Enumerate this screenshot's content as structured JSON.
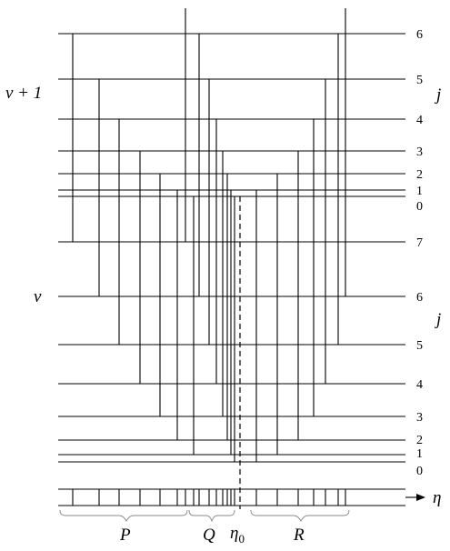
{
  "upper_state": {
    "label": "v + 1",
    "axis_label": "j",
    "levels": [
      "6",
      "5",
      "4",
      "3",
      "2",
      "1",
      "0"
    ]
  },
  "lower_state": {
    "label": "v",
    "axis_label": "j",
    "levels": [
      "7",
      "6",
      "5",
      "4",
      "3",
      "2",
      "1",
      "0"
    ]
  },
  "spectrum": {
    "axis_label": "η",
    "origin_label": "η",
    "origin_subscript": "0",
    "branches": [
      "P",
      "Q",
      "R"
    ]
  }
}
